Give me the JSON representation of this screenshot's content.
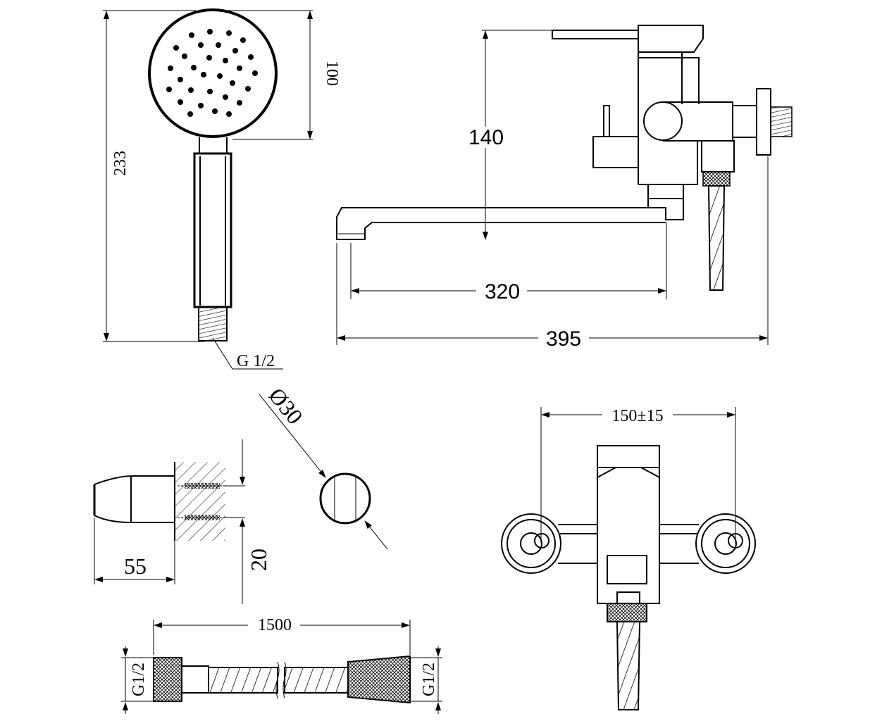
{
  "dimensions": {
    "shower_total_length": "233",
    "shower_head_diameter": "100",
    "shower_thread": "G 1/2",
    "pipe_diameter": "30",
    "holder_depth": "55",
    "holder_height": "20",
    "spout_height": "140",
    "spout_reach": "320",
    "total_width": "395",
    "hose_length": "1500",
    "hose_thread_left": "G1/2",
    "hose_thread_right": "G1/2",
    "connection_spacing": "150±15"
  }
}
